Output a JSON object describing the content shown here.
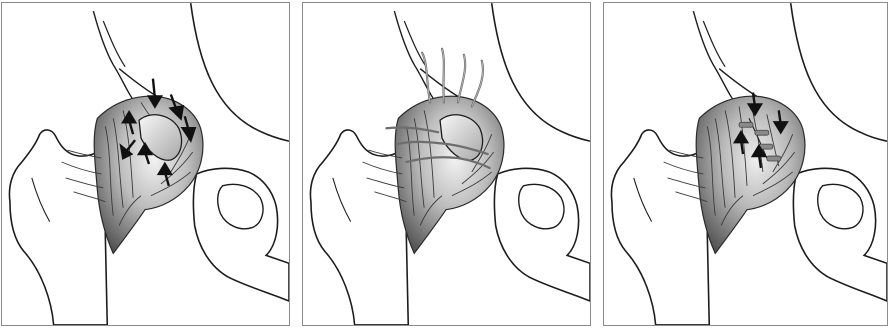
{
  "figure": {
    "panel_count": 3,
    "panels": [
      {
        "step": 1,
        "content": "open-capsulotomy",
        "arrows": 7
      },
      {
        "step": 2,
        "content": "sutures-passed",
        "sutures": 7
      },
      {
        "step": 3,
        "content": "capsule-closed",
        "arrows": 4,
        "knots": 4
      }
    ],
    "colors": {
      "line": "#1c1c1c",
      "capsule_light": "#dcdcdc",
      "capsule_dark": "#5a5a5a",
      "suture": "#7a7a7a",
      "panel_border": "#8c8c8c"
    }
  }
}
